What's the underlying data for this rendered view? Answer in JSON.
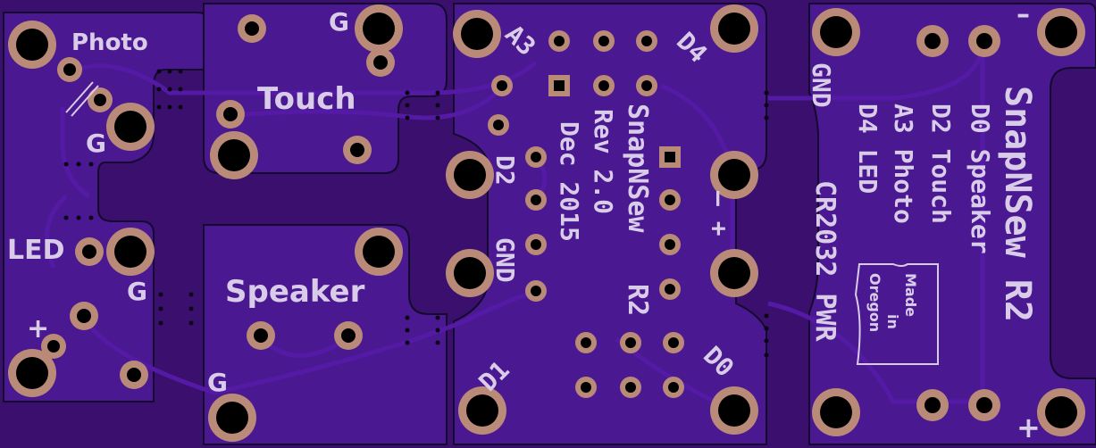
{
  "board": {
    "colors": {
      "pcb": "#4a1890",
      "trace": "#541aa6",
      "silkscreen": "#d9cce9",
      "pad": "#b98a78",
      "hole": "#000000"
    },
    "title": "SnapNSew R2",
    "revision": [
      "SnapNSew",
      "Rev 2.0",
      "Dec 2015"
    ],
    "pinout": [
      "D0 Speaker",
      "D2 Touch",
      "A3 Photo",
      "D4 LED"
    ],
    "battery": "CR2032 PWR",
    "made_in": [
      "Made",
      "in",
      "Oregon"
    ],
    "labels": {
      "photo": "Photo",
      "touch": "Touch",
      "led": "LED",
      "speaker": "Speaker",
      "g": "G",
      "plus": "+",
      "minus": "–",
      "gnd": "GND",
      "a3": "A3",
      "d4": "D4",
      "d2": "D2",
      "d1": "D1",
      "d0": "D0",
      "minus_plus": "– +",
      "rev_r2": "R2"
    }
  }
}
